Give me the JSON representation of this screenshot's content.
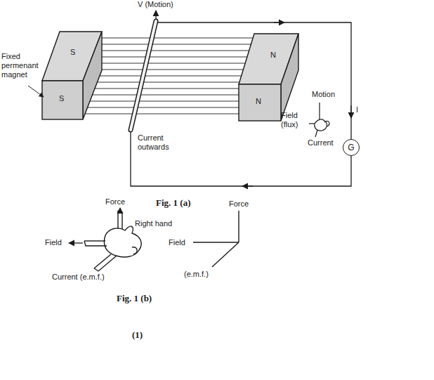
{
  "diagram": {
    "nodes": [
      {
        "text": [
          "G"
        ]
      }
    ],
    "labels": [
      "V (Motion)",
      "S",
      "N",
      "S",
      "N",
      "Fixed permenant magnet",
      "Current outwards",
      "Motion",
      "Field (flux)",
      "Current",
      "I",
      "Fig. 1 (a)",
      "Force",
      "Right hand",
      "Field",
      "Current (e.m.f.)",
      "Force",
      "Field",
      "(e.m.f.)",
      "Fig. 1 (b)",
      "(1)"
    ]
  }
}
